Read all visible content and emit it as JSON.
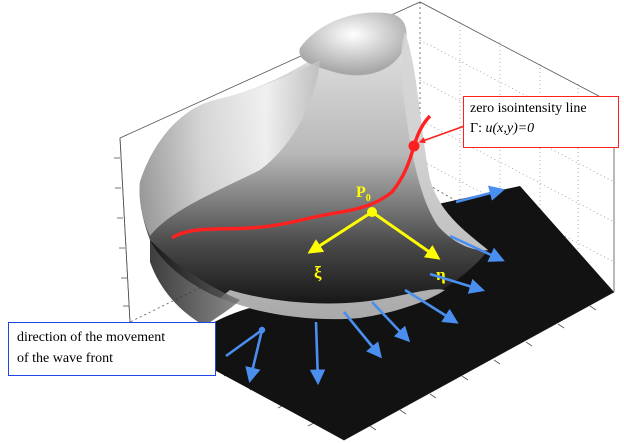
{
  "labels": {
    "zero_line_title": "zero isointensity line",
    "zero_line_gamma": "Γ: ",
    "zero_line_formula": "u(x,y)=0",
    "direction_line1": "direction of the movement",
    "direction_line2": "of the wave front",
    "p0_main": "P",
    "p0_sub": "0",
    "xi": "ξ",
    "eta": "η"
  },
  "colors": {
    "front_curve": "#ff2020",
    "zero_callout_border": "#ff2020",
    "direction_callout_border": "#1f44e6",
    "vector_arrows": "#4a8ff0",
    "local_frame": "#ffff00",
    "floor": "#101010"
  }
}
